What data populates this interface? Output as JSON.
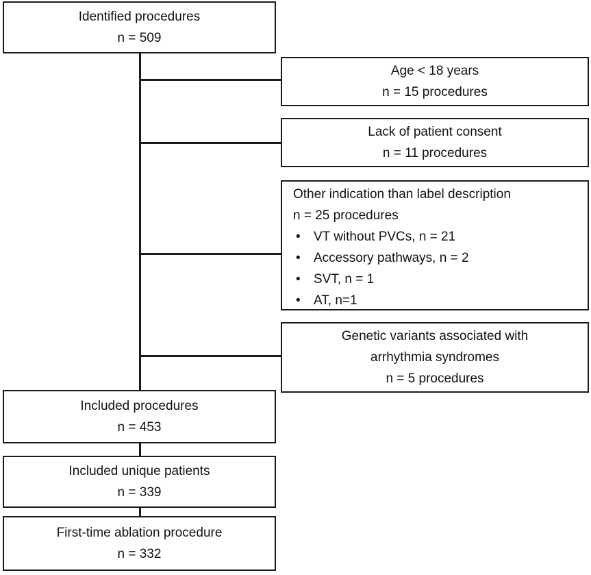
{
  "identified": {
    "label": "Identified procedures",
    "count": "n = 509"
  },
  "exclusions": [
    {
      "label": "Age < 18 years",
      "count": "n = 15 procedures"
    },
    {
      "label": "Lack of patient consent",
      "count": "n = 11 procedures"
    },
    {
      "label": "Other indication than label description",
      "count": "n = 25 procedures",
      "items": [
        "VT without PVCs, n = 21",
        "Accessory pathways, n = 2",
        "SVT, n = 1",
        "AT, n=1"
      ]
    },
    {
      "label_line1": "Genetic variants associated with",
      "label_line2": "arrhythmia syndromes",
      "count": "n = 5 procedures"
    }
  ],
  "included_procedures": {
    "label": "Included procedures",
    "count": "n = 453"
  },
  "included_patients": {
    "label": "Included unique patients",
    "count": "n = 339"
  },
  "first_time": {
    "label": "First-time ablation procedure",
    "count": "n = 332"
  }
}
